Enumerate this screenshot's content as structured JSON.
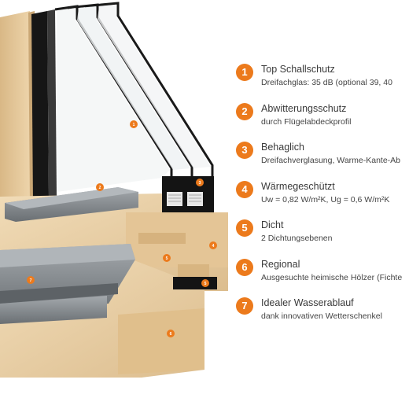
{
  "colors": {
    "accent": "#ec7a1c",
    "wood": "#e7cda4",
    "aluminium": "#7d8286",
    "gasket": "#1c1c1c"
  },
  "features": [
    {
      "number": "1",
      "title": "Top Schallschutz",
      "desc": "Dreifachglas: 35 dB (optional 39, 40"
    },
    {
      "number": "2",
      "title": "Abwitterungsschutz",
      "desc": "durch Flügelabdeckprofil"
    },
    {
      "number": "3",
      "title": "Behaglich",
      "desc": "Dreifachverglasung, Warme-Kante-Ab"
    },
    {
      "number": "4",
      "title": "Wärmegeschützt",
      "desc": "Uw = 0,82 W/m²K, Ug = 0,6 W/m²K"
    },
    {
      "number": "5",
      "title": "Dicht",
      "desc": "2 Dichtungsebenen"
    },
    {
      "number": "6",
      "title": "Regional",
      "desc": "Ausgesuchte heimische Hölzer (Fichte"
    },
    {
      "number": "7",
      "title": "Idealer Wasserablauf",
      "desc": "dank innovativen Wetterschenkel"
    }
  ]
}
